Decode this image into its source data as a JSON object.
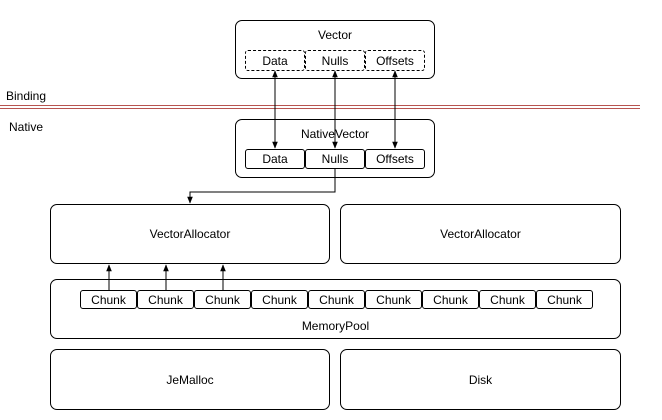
{
  "binding_label": "Binding",
  "native_label": "Native",
  "vector": {
    "title": "Vector",
    "fields": [
      "Data",
      "Nulls",
      "Offsets"
    ]
  },
  "native_vector": {
    "title": "NativeVector",
    "fields": [
      "Data",
      "Nulls",
      "Offsets"
    ]
  },
  "allocators": [
    "VectorAllocator",
    "VectorAllocator"
  ],
  "memory_pool": {
    "title": "MemoryPool",
    "chunks": [
      "Chunk",
      "Chunk",
      "Chunk",
      "Chunk",
      "Chunk",
      "Chunk",
      "Chunk",
      "Chunk",
      "Chunk"
    ]
  },
  "backends": [
    "JeMalloc",
    "Disk"
  ],
  "colors": {
    "separator": "#b85450",
    "stroke": "#000000"
  }
}
